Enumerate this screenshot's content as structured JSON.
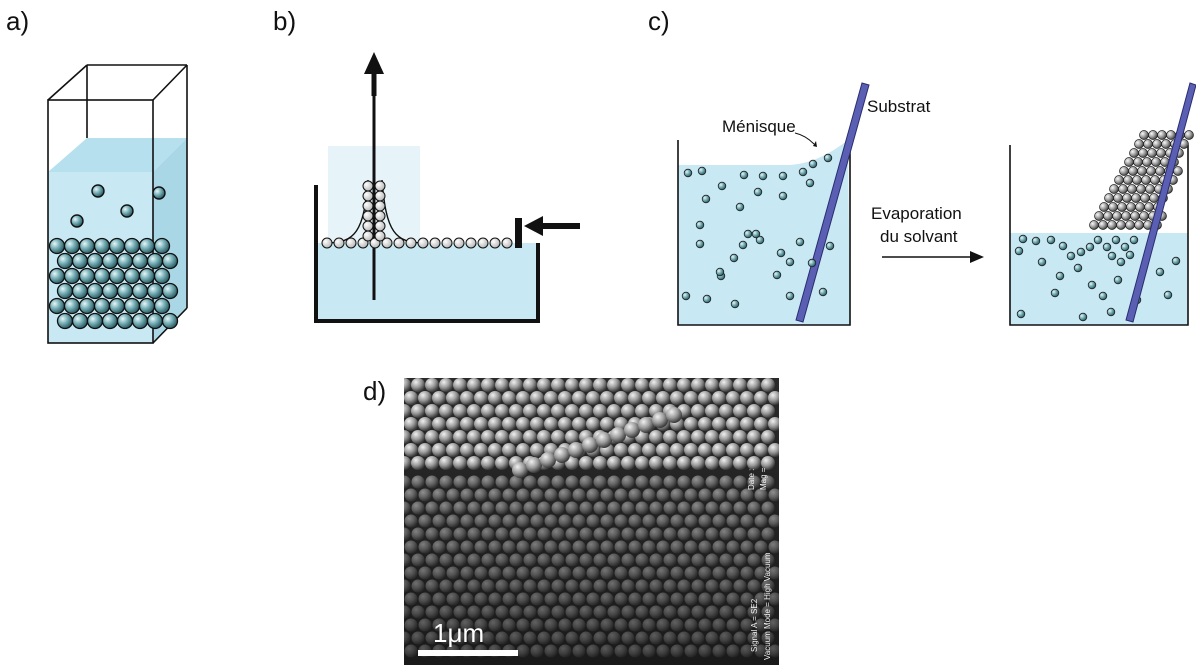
{
  "panels": {
    "a": {
      "label": "a)"
    },
    "b": {
      "label": "b)"
    },
    "c": {
      "label": "c)",
      "substrate_label": "Substrat",
      "meniscus_label": "Ménisque",
      "process_label_line1": "Evaporation",
      "process_label_line2": "du solvant"
    },
    "d": {
      "label": "d)",
      "scale_bar": "1μm",
      "sem_info": [
        "Signal A = SE2",
        "Vacuum Mode = High Vacuum",
        "Date :",
        "Mag ="
      ]
    }
  },
  "colors": {
    "liquid": "#c8e8f4",
    "liquid_surface": "#b6e0ee",
    "sphere_teal": "#5f9ea6",
    "sphere_teal_light": "#cfe7ea",
    "sphere_grey": "#8c8c8c",
    "sphere_grey_light": "#efefef",
    "substrate": "#5b5fb4",
    "outline": "#111111"
  },
  "icons": [
    "up-arrow-icon",
    "left-arrow-icon",
    "right-arrow-icon"
  ]
}
